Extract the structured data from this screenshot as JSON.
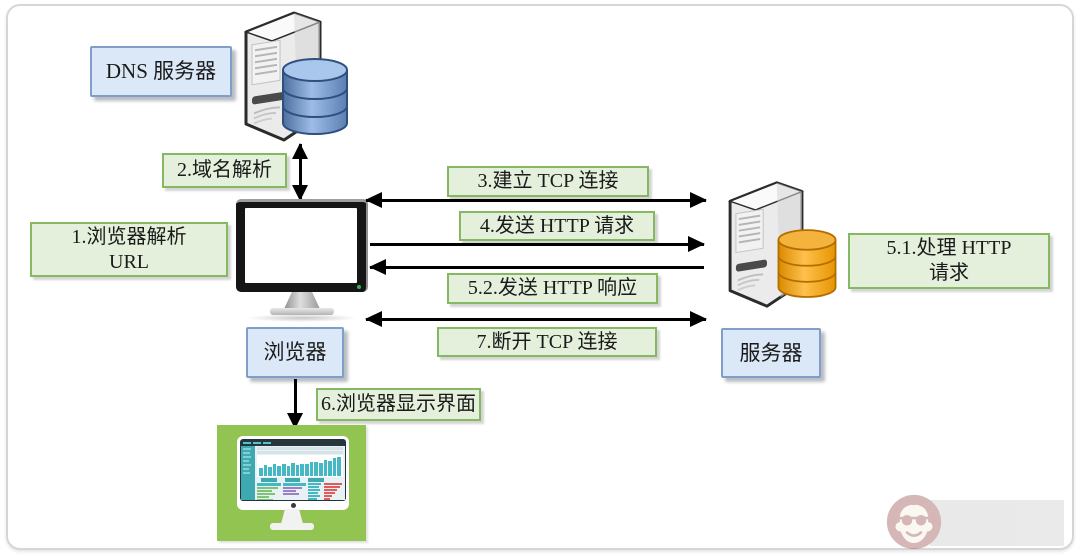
{
  "labels": {
    "dns_server": "DNS 服务器",
    "browser": "浏览器",
    "server": "服务器"
  },
  "steps": {
    "step1": {
      "line1": "1.浏览器解析",
      "line2": "URL"
    },
    "step2": "2.域名解析",
    "step3": "3.建立 TCP 连接",
    "step4": "4.发送 HTTP 请求",
    "step5_1": {
      "line1": "5.1.处理 HTTP",
      "line2": "请求"
    },
    "step5_2": "5.2.发送 HTTP 响应",
    "step6": "6.浏览器显示界面",
    "step7": "7.断开 TCP 连接"
  },
  "colors": {
    "green_box_bg": "#e4f0dc",
    "green_box_border": "#84b961",
    "blue_box_bg": "#dbe8f7",
    "blue_box_border": "#7f9fc9",
    "arrow": "#000000",
    "dns_database": "#6d94c6",
    "server_database": "#f0a30a",
    "display_panel_bg": "#92c452",
    "watermark_circle": "#7e2222"
  },
  "icons": {
    "dns_server_icon": "server-tower-with-blue-database",
    "web_server_icon": "server-tower-with-orange-database",
    "browser_icon": "desktop-monitor",
    "display_icon": "monitor-with-dashboard",
    "watermark_icon": "monkey-face-logo"
  },
  "dashboard": {
    "chart_bars": [
      40,
      55,
      45,
      58,
      48,
      60,
      52,
      63,
      55,
      62,
      58,
      68,
      72,
      66,
      80,
      76,
      90,
      97
    ],
    "red_bar_widths": [
      95,
      82,
      68,
      55,
      44,
      33,
      24,
      16
    ],
    "green_row_widths": [
      88,
      62,
      78,
      52,
      70
    ],
    "purple_row_widths": [
      84,
      56,
      68
    ],
    "sidebar_stripes": [
      80,
      68,
      75,
      62,
      78,
      58,
      72
    ],
    "pill_widths": [
      20,
      20,
      20
    ],
    "mid_row_widths": [
      90,
      78,
      85,
      70,
      88,
      65
    ],
    "topbar_items": [
      1,
      1,
      1
    ]
  }
}
